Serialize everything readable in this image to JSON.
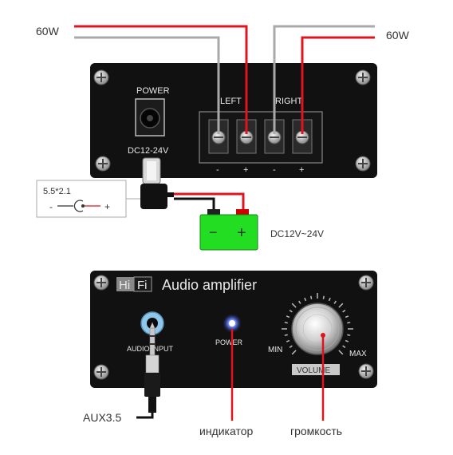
{
  "rear_panel": {
    "speaker_left_label": "60W",
    "speaker_right_label": "60W",
    "power_label": "POWER",
    "dc_label": "DC12-24V",
    "left_label": "LEFT",
    "right_label": "RIGHT",
    "terminal_signs": [
      "-",
      "+",
      "-",
      "+"
    ],
    "plug_size_label": "5.5*2.1",
    "plug_polarity_minus": "-",
    "plug_polarity_plus": "+",
    "battery_minus": "−",
    "battery_plus": "+",
    "battery_voltage_label": "DC12V~24V"
  },
  "front_panel": {
    "brand_hi": "Hi",
    "brand_fi": "Fi",
    "title": "Audio amplifier",
    "audio_input_label": "AUDIO INPUT",
    "power_label": "POWER",
    "volume_min": "MIN",
    "volume_max": "MAX",
    "volume_label": "VOLUME",
    "aux_label": "AUX3.5",
    "indicator_label": "индикатор",
    "volume_caption": "громкость"
  },
  "colors": {
    "panel": "#111111",
    "wire_red": "#e0141e",
    "wire_gray": "#a9a9a9",
    "battery": "#22dd22",
    "led": "#3a5bff"
  }
}
